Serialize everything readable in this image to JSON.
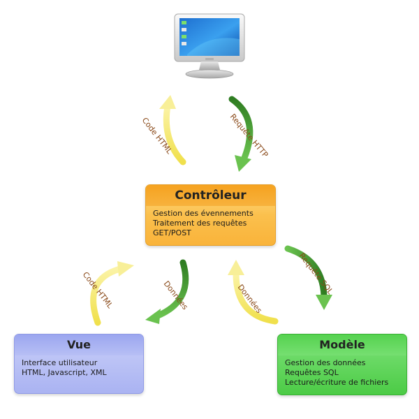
{
  "controller": {
    "title": "Contrôleur",
    "lines": [
      "Gestion des évennements",
      "Traitement des requêtes",
      "GET/POST"
    ]
  },
  "view": {
    "title": "Vue",
    "lines": [
      "Interface utilisateur",
      "HTML, Javascript, XML"
    ]
  },
  "model": {
    "title": "Modèle",
    "lines": [
      "Gestion des données",
      "Requêtes SQL",
      "Lecture/écriture de fichiers"
    ]
  },
  "arrows": {
    "controller_to_client": "Code HTML",
    "client_to_controller": "Requête HTTP",
    "view_to_controller": "Code HTML",
    "controller_to_view": "Données",
    "controller_to_model": "Requête SQL",
    "model_to_controller": "Données"
  },
  "colors": {
    "yellow_arrow": "#f2e45a",
    "green_arrow": "#3f9a2e",
    "label_text": "#8a4a1a"
  },
  "icons": {
    "client": "monitor-icon"
  }
}
